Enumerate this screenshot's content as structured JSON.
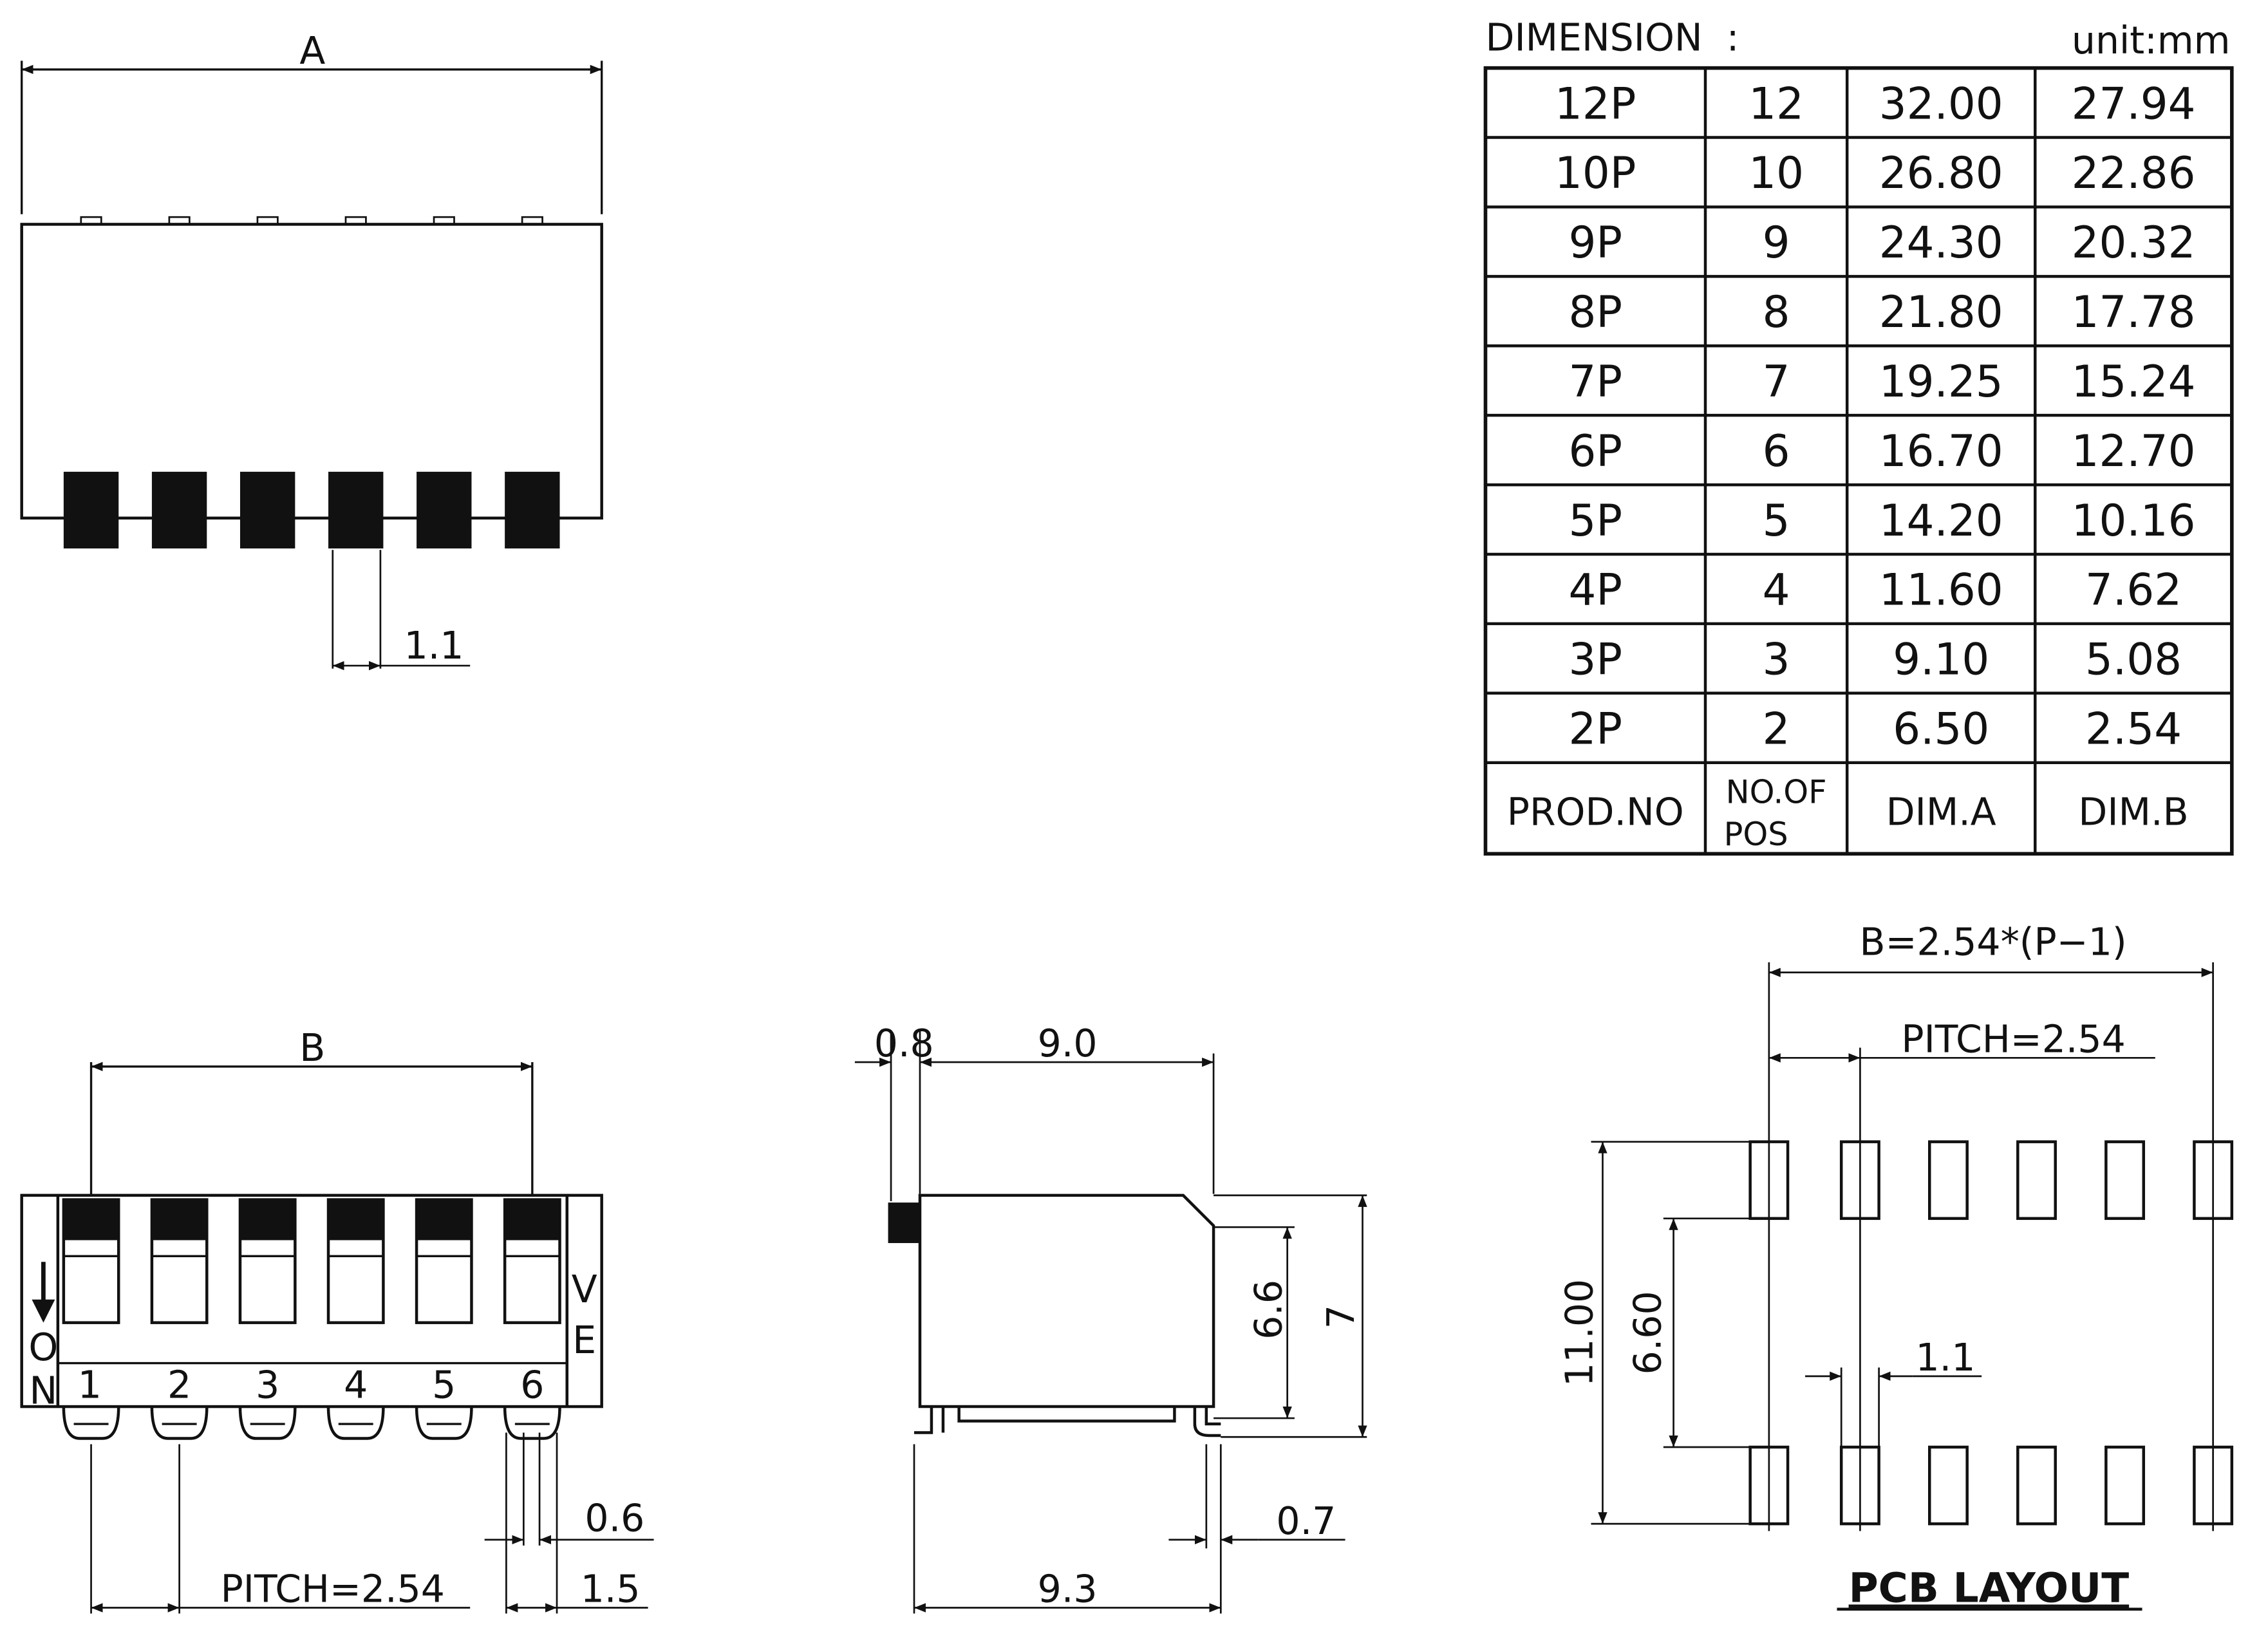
{
  "colors": {
    "ink": "#111111",
    "paper": "#ffffff"
  },
  "top_view": {
    "dim_label": "A",
    "lead_width_label": "1.1",
    "switch_count": 6
  },
  "front_view": {
    "dim_label": "B",
    "on_label_o": "O",
    "on_label_n": "N",
    "ve_label_v": "V",
    "ve_label_e": "E",
    "arrow_icon": "down-arrow-icon",
    "positions": [
      "1",
      "2",
      "3",
      "4",
      "5",
      "6"
    ],
    "pitch_label": "PITCH=2.54",
    "lead_width_label": "0.6",
    "lead_span_label": "1.5"
  },
  "side_view": {
    "dim_actuator": "0.8",
    "dim_body_length": "9.0",
    "dim_body_height": "6.6",
    "dim_total_height": "7",
    "dim_foot_length": "9.3",
    "dim_lead_thickness": "0.7"
  },
  "pcb_layout": {
    "title": "PCB LAYOUT",
    "dim_b_formula": "B=2.54*(P−1)",
    "pitch_label": "PITCH=2.54",
    "row_span_label": "11.00",
    "pad_gap_label": "6.60",
    "pad_width_label": "1.1"
  },
  "dimension_table": {
    "title": "DIMENSION  :",
    "unit": "unit:mm",
    "rows": [
      [
        "12P",
        "12",
        "32.00",
        "27.94"
      ],
      [
        "10P",
        "10",
        "26.80",
        "22.86"
      ],
      [
        "9P",
        "9",
        "24.30",
        "20.32"
      ],
      [
        "8P",
        "8",
        "21.80",
        "17.78"
      ],
      [
        "7P",
        "7",
        "19.25",
        "15.24"
      ],
      [
        "6P",
        "6",
        "16.70",
        "12.70"
      ],
      [
        "5P",
        "5",
        "14.20",
        "10.16"
      ],
      [
        "4P",
        "4",
        "11.60",
        "7.62"
      ],
      [
        "3P",
        "3",
        "9.10",
        "5.08"
      ],
      [
        "2P",
        "2",
        "6.50",
        "2.54"
      ]
    ],
    "header": {
      "prod_no": "PROD.NO",
      "no_of_pos_1": "NO.OF",
      "no_of_pos_2": "POS",
      "dim_a": "DIM.A",
      "dim_b": "DIM.B"
    }
  }
}
